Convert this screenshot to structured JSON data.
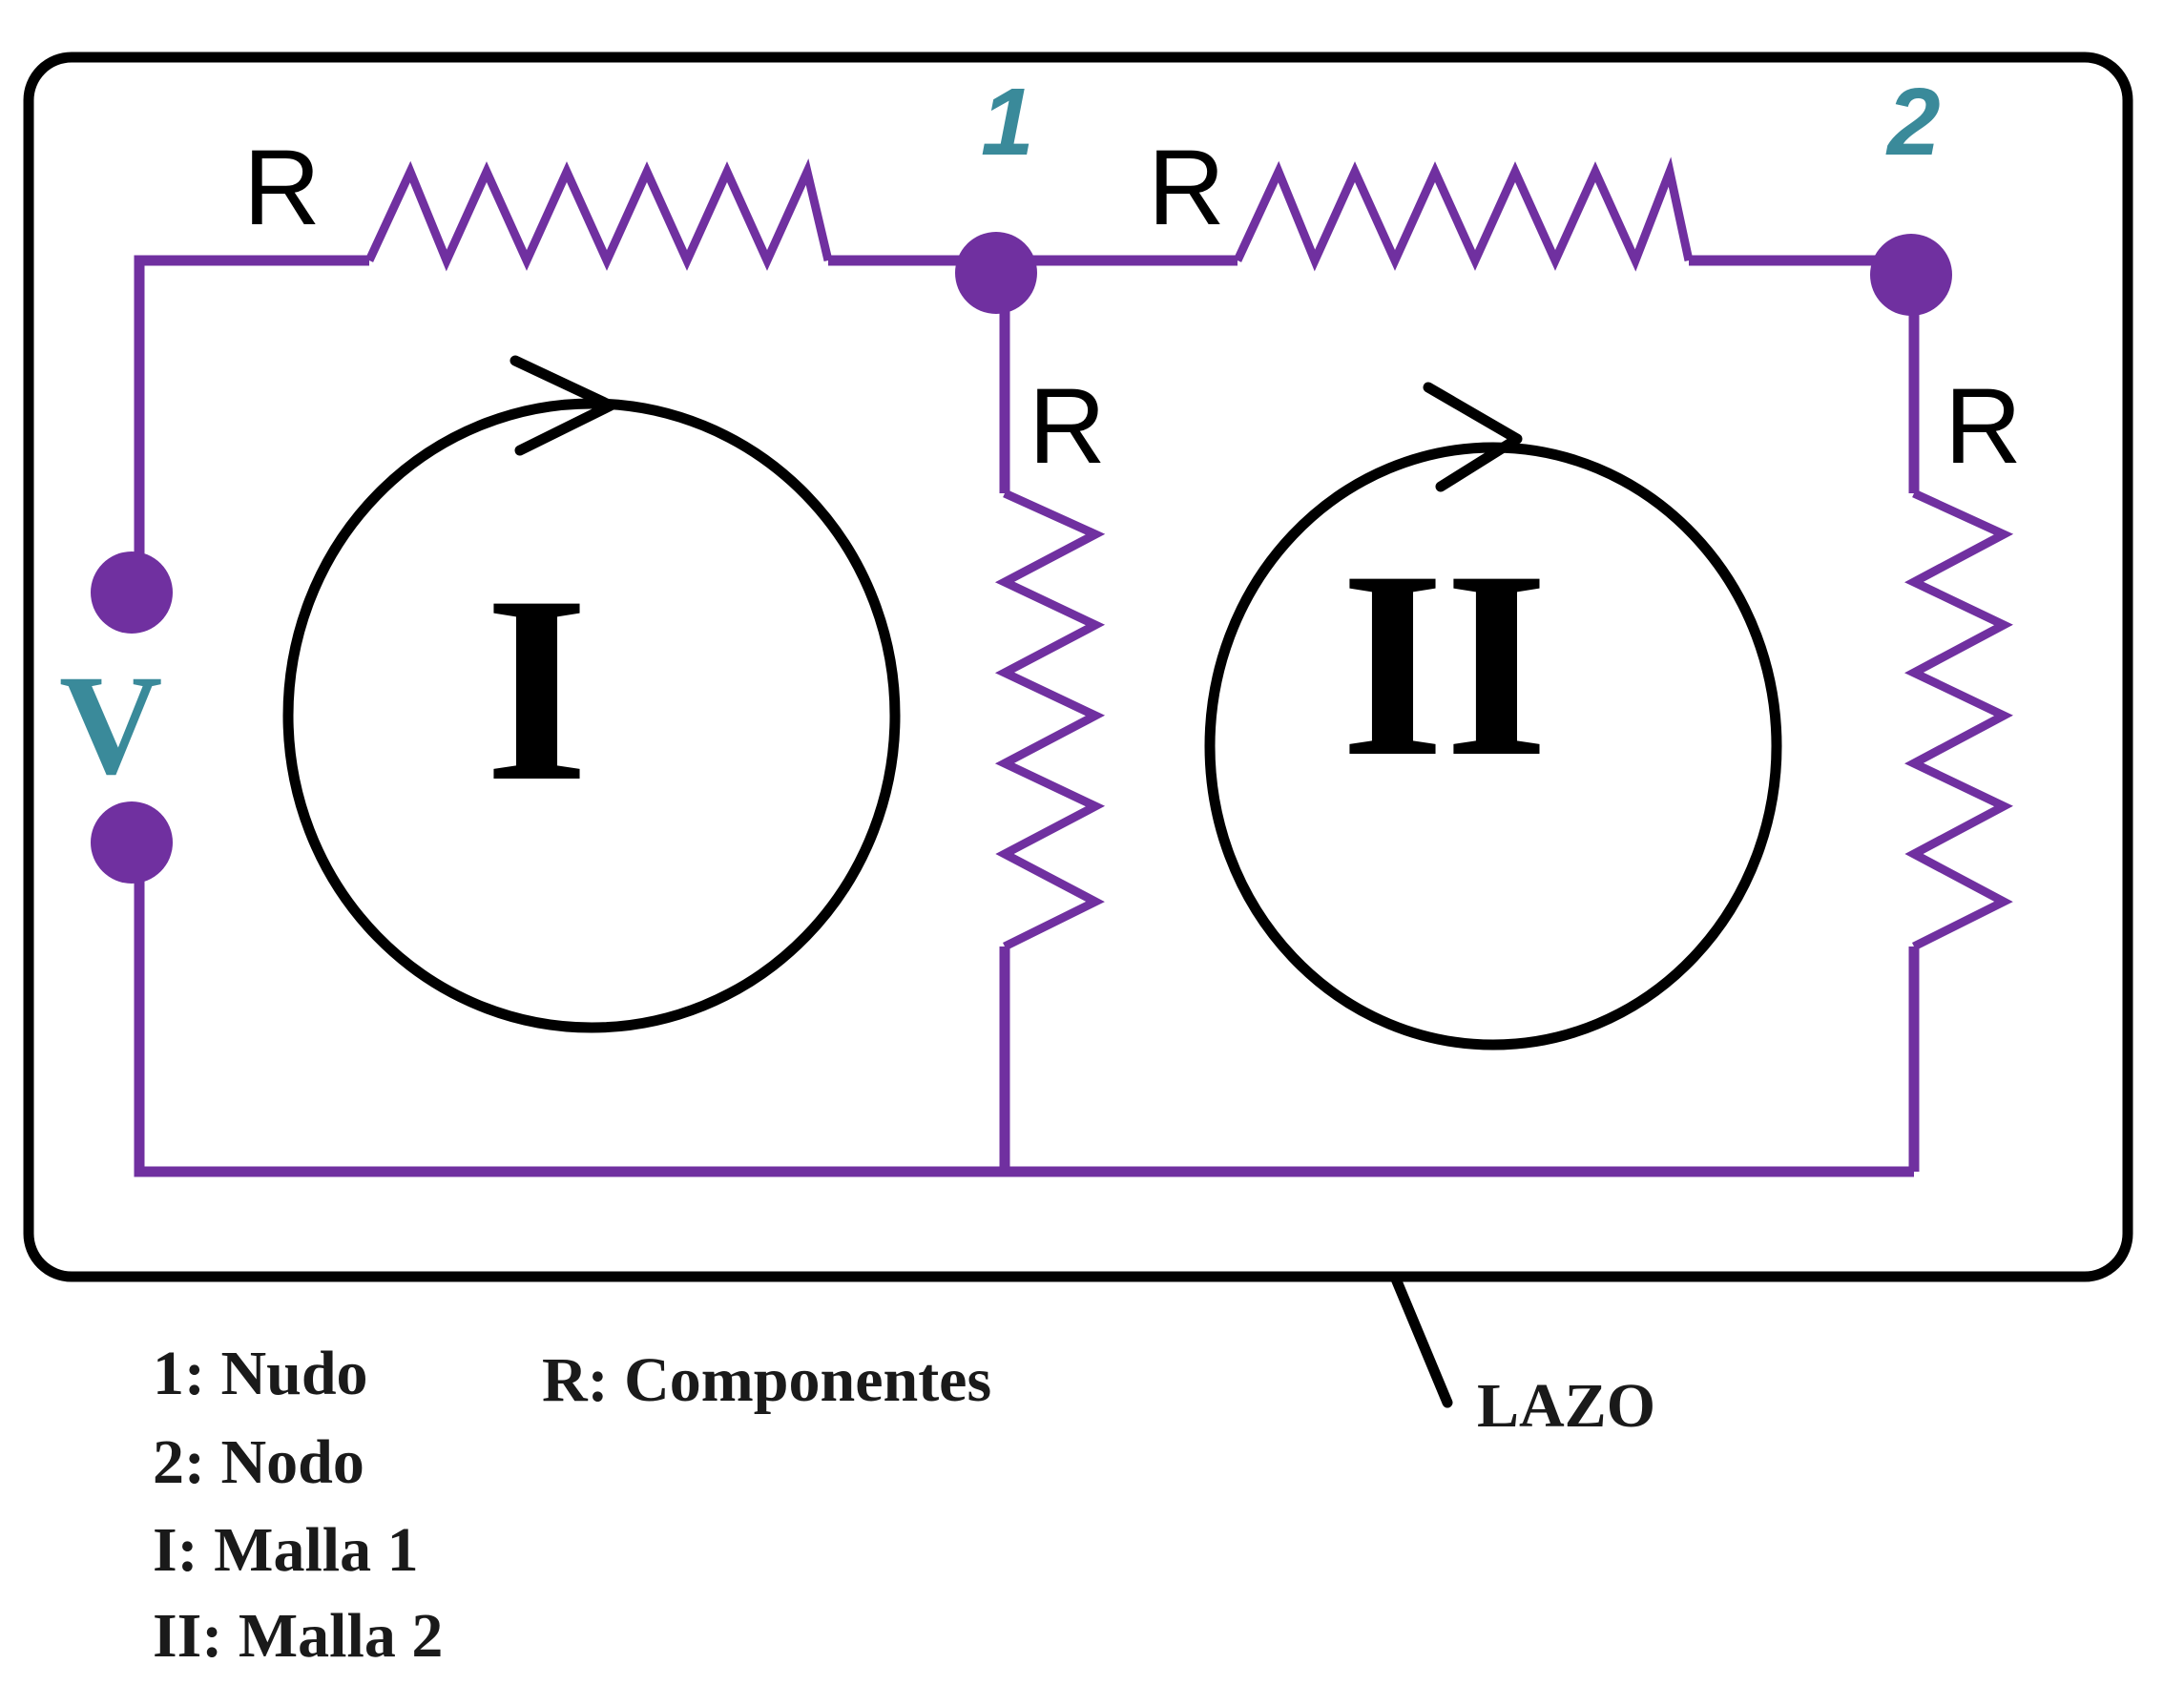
{
  "diagram": {
    "colors": {
      "wire": "#7030a0",
      "node": "#7030a0",
      "loop": "#000000",
      "label_accent": "#3a8a9a",
      "text": "#000000"
    },
    "components": {
      "resistor_top_left": "R",
      "resistor_top_right": "R",
      "resistor_middle": "R",
      "resistor_right": "R",
      "source": "V"
    },
    "nodes": {
      "node_1": "1",
      "node_2": "2"
    },
    "meshes": {
      "mesh_1": "I",
      "mesh_2": "II"
    },
    "callout": "LAZO",
    "legend": {
      "col1": [
        "1: Nudo",
        "2: Nodo",
        "I: Malla 1",
        "II: Malla 2"
      ],
      "col2": [
        "R: Componentes"
      ]
    }
  }
}
